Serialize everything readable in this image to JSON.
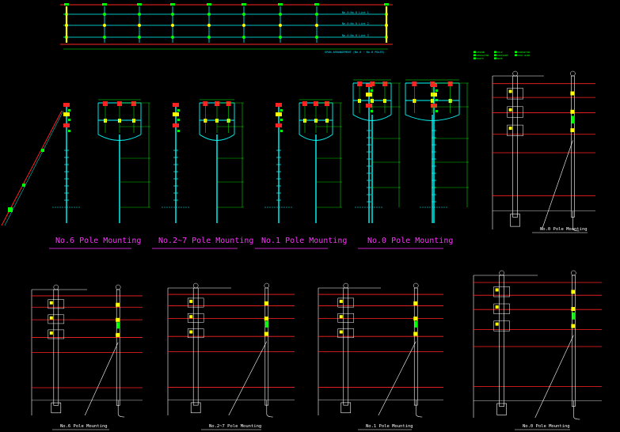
{
  "colors": {
    "background": "#000000",
    "pole": "#00ffff",
    "conductor": "#ff2222",
    "dimension": "#00ff00",
    "insulator": "#ffff00",
    "label_magenta": "#ff33ff",
    "label_white": "#ffffff"
  },
  "top_plan": {
    "row_labels": [
      "No.0-No.8 Line 1",
      "No.0-No.8 Line 2",
      "No.0-No.8 Line 3"
    ],
    "footer": "SPAN ARRANGEMENT (No.0 ~ No.8 POLES)"
  },
  "mounting_titles": {
    "no6": "No.6 Pole Mounting",
    "no2_7": "No.2~7 Pole Mounting",
    "no1": "No.1 Pole Mounting",
    "no0": "No.0 Pole Mounting"
  },
  "side_titles": {
    "no0_upper": "No.0 Pole Mounting",
    "no6": "No.6 Pole Mounting",
    "no2_7": "No.2~7 Pole Mounting",
    "no1": "No.1 Pole Mounting",
    "no0_lower": "No.0 Pole Mounting"
  },
  "legend_items": [
    "LEGEND",
    "POLE",
    "CONDUCTOR",
    "INSULATOR",
    "CROSSARM",
    "STAY WIRE",
    "EARTH",
    "NOTE"
  ]
}
